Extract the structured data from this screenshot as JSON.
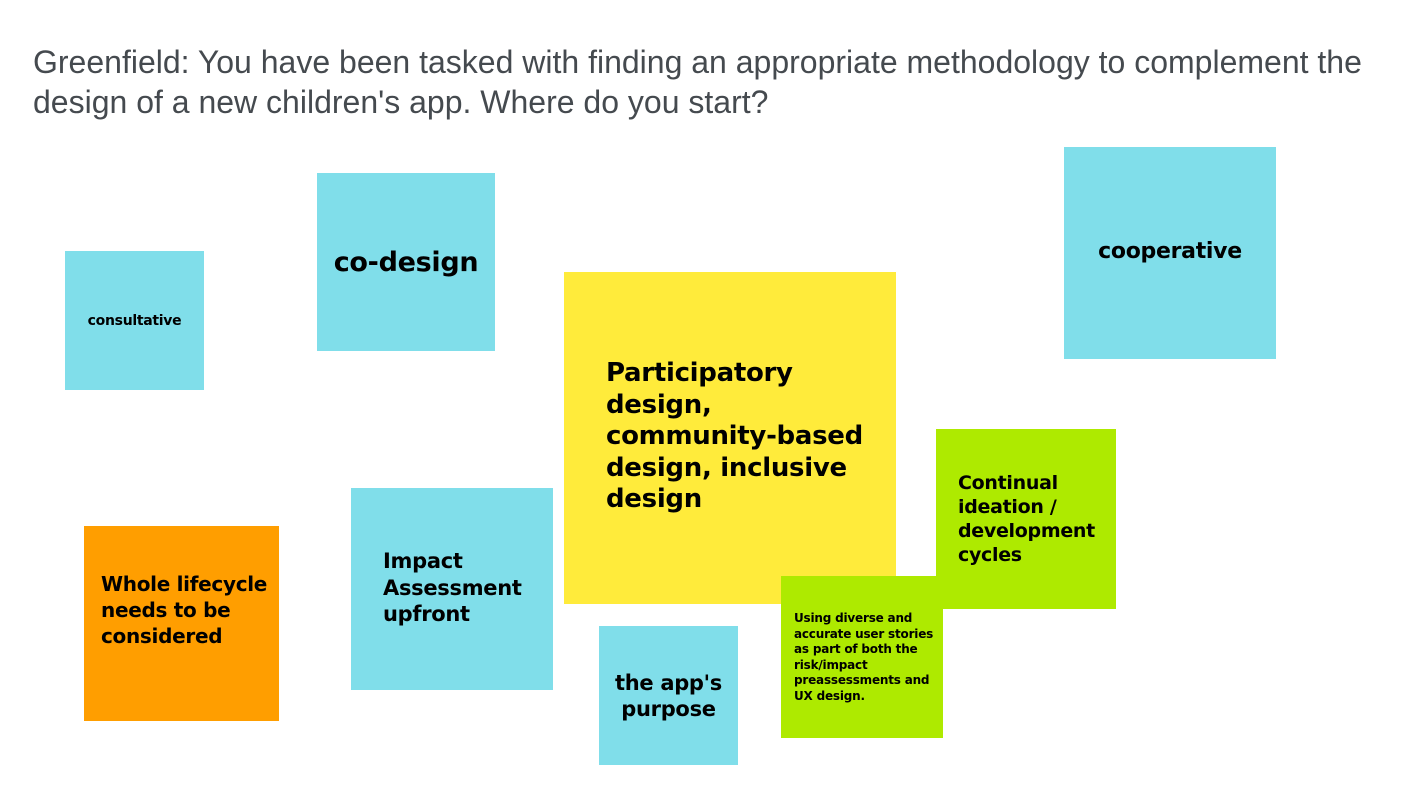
{
  "prompt": {
    "title": "Greenfield: You have been tasked with finding an appropriate methodology to complement the design of a new children's app. Where do you start?"
  },
  "notes": {
    "consultative": {
      "text": "consultative",
      "color": "#80deea"
    },
    "codesign": {
      "text": "co-design",
      "color": "#80deea"
    },
    "cooperative": {
      "text": "cooperative",
      "color": "#80deea"
    },
    "participatory": {
      "text": "Participatory design, community-based design, inclusive design",
      "color": "#ffeb3b"
    },
    "continual": {
      "text": "Continual ideation / development cycles",
      "color": "#aeea00"
    },
    "impact": {
      "text": "Impact Assessment upfront",
      "color": "#80deea"
    },
    "whole_lifecycle": {
      "text": "Whole lifecycle needs to be considered",
      "color": "#ff9e00"
    },
    "app_purpose": {
      "text": "the app's purpose",
      "color": "#80deea"
    },
    "user_stories": {
      "text": "Using diverse and accurate user stories as part of both the risk/impact preassessments and UX design.",
      "color": "#aeea00"
    }
  }
}
